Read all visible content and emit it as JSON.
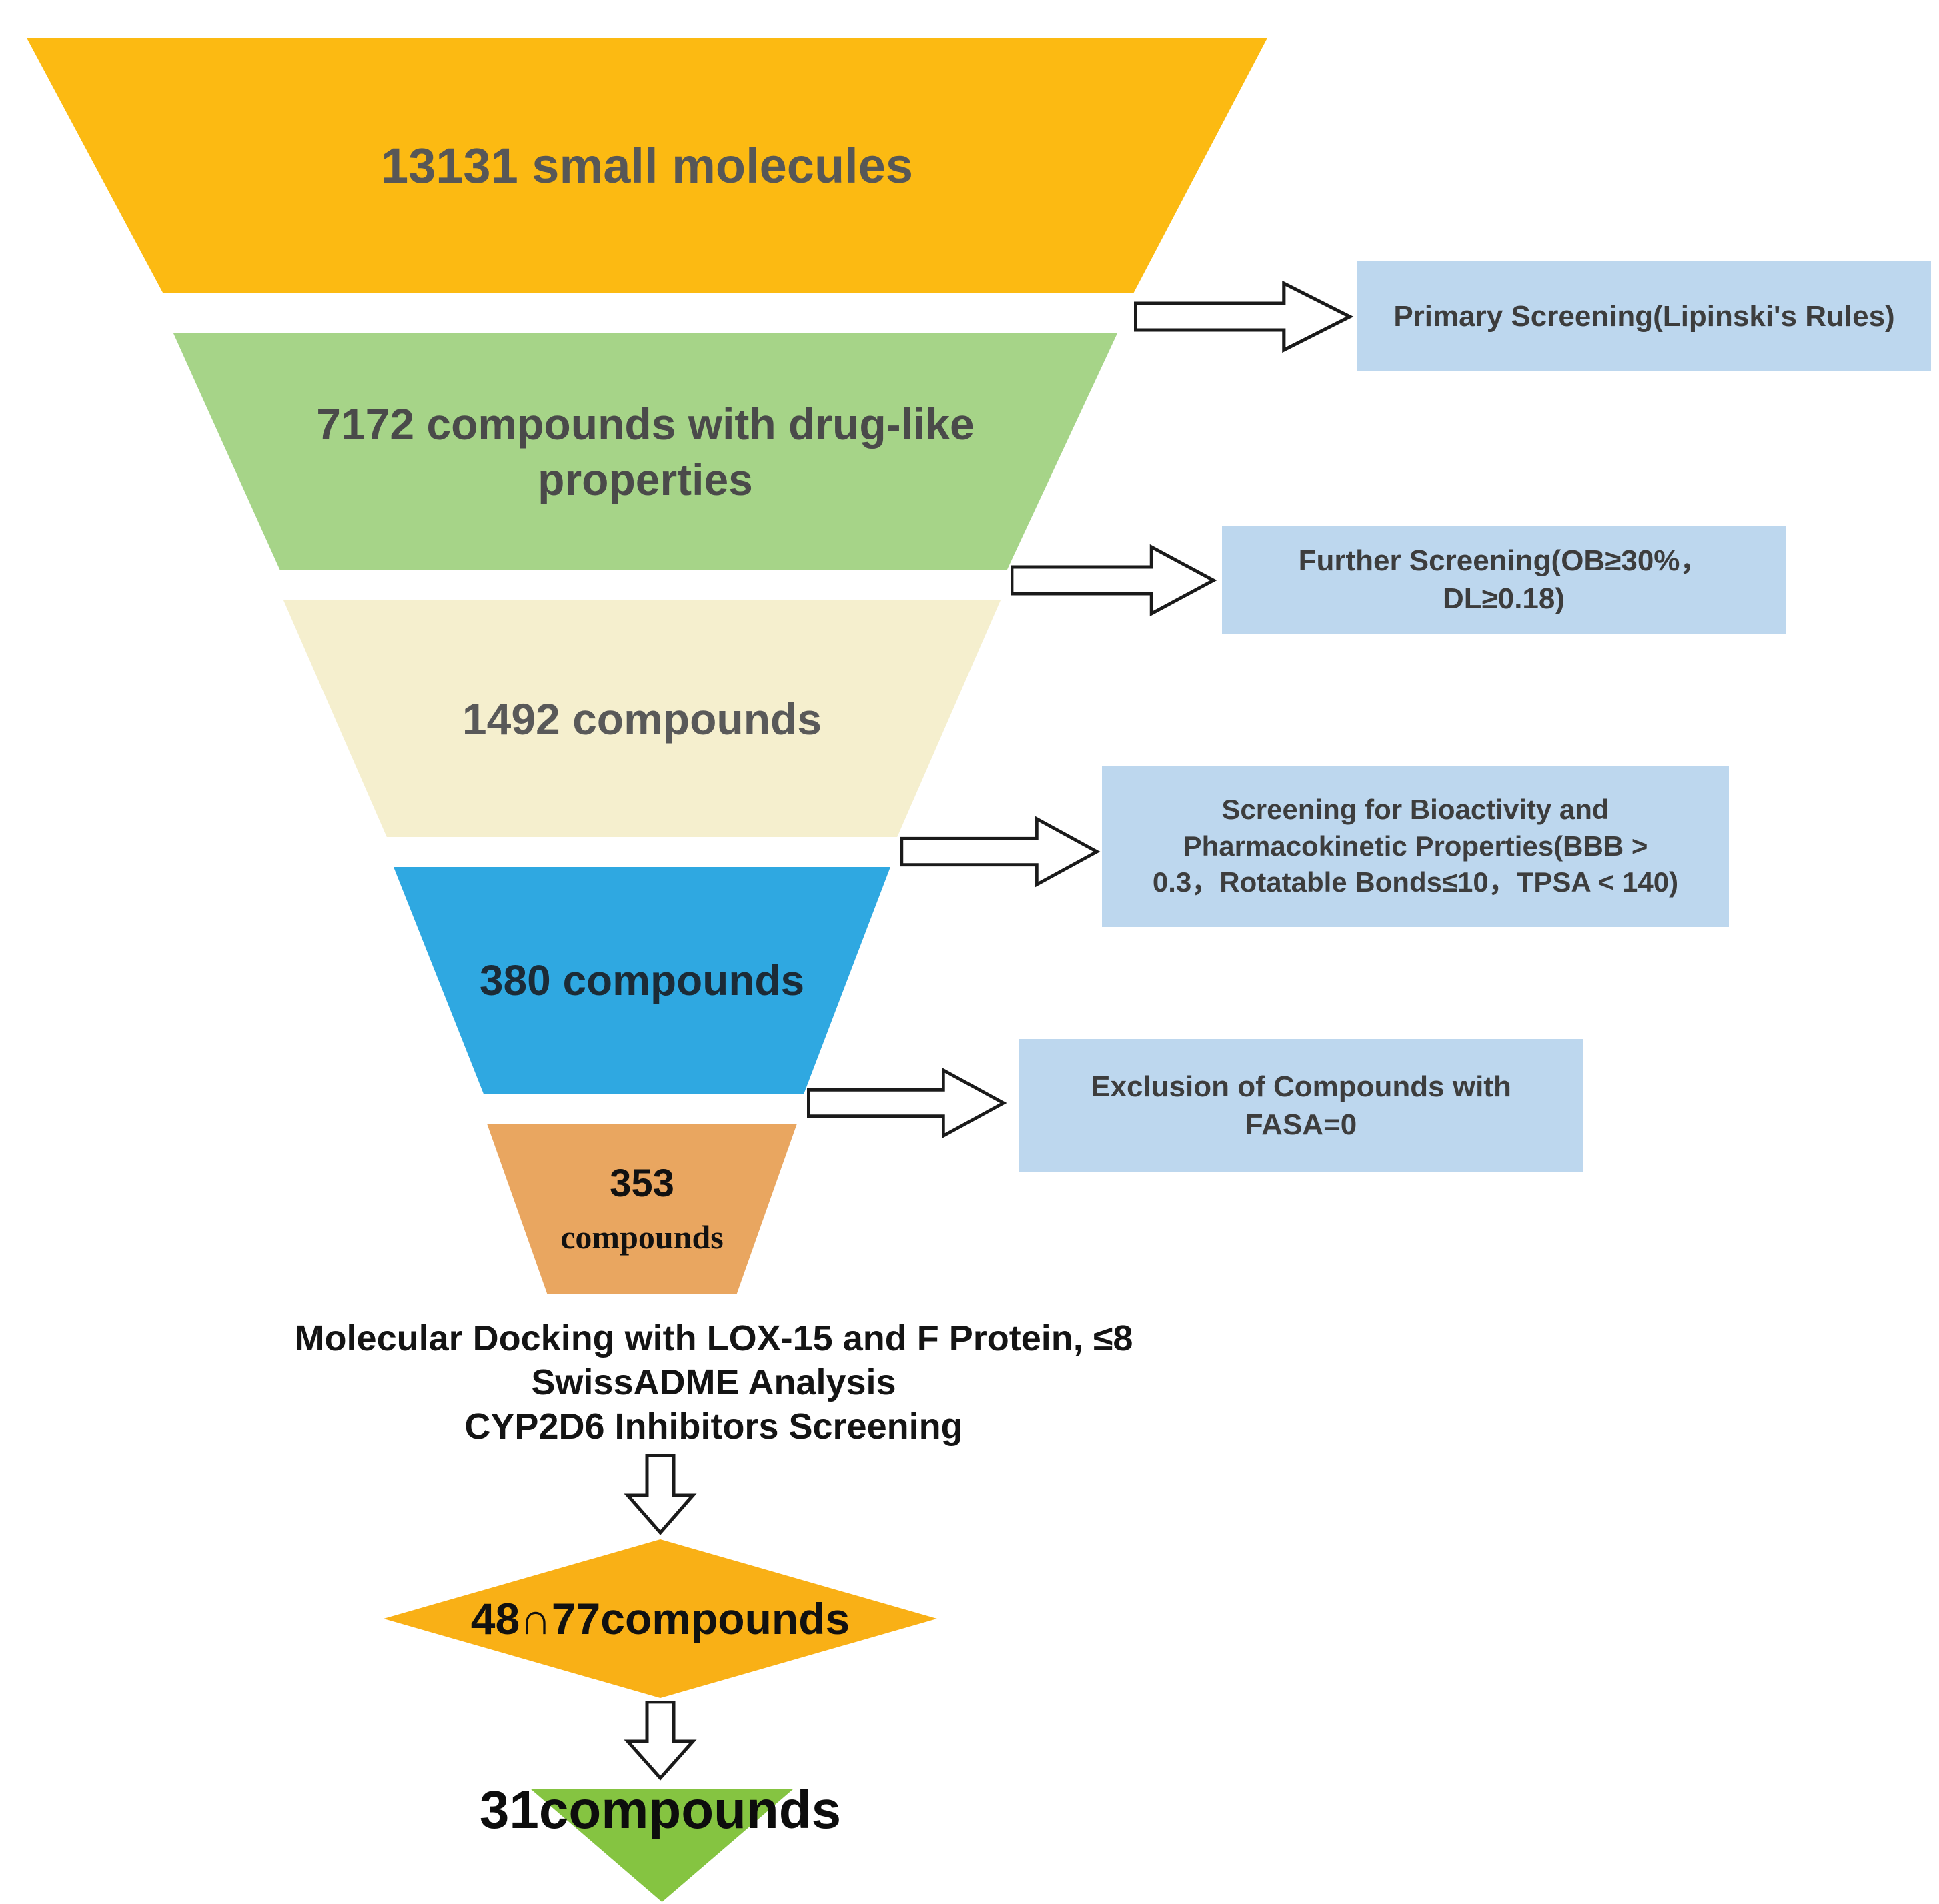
{
  "funnel": {
    "layers": [
      {
        "label": "13131 small molecules",
        "color": "#FCBA12"
      },
      {
        "label": "7172 compounds with drug-like\nproperties",
        "color": "#A6D488"
      },
      {
        "label": "1492 compounds",
        "color": "#F5EFCE"
      },
      {
        "label": "380 compounds",
        "color": "#2FA8E1"
      },
      {
        "number": "353",
        "word": "compounds",
        "color": "#E9A660"
      }
    ]
  },
  "annotations": [
    {
      "label": "Primary Screening(Lipinski's Rules)",
      "color": "#BDD7EE"
    },
    {
      "label": "Further Screening(OB≥30%，\nDL≥0.18)",
      "color": "#BDD7EE"
    },
    {
      "label": "Screening for Bioactivity and\nPharmacokinetic Properties(BBB >\n0.3，Rotatable Bonds≤10，TPSA < 140)",
      "color": "#BDD7EE"
    },
    {
      "label": "Exclusion of Compounds with\nFASA=0",
      "color": "#BDD7EE"
    }
  ],
  "steps": [
    "Molecular Docking with LOX-15 and F Protein, ≤8",
    "SwissADME Analysis",
    "CYP2D6 Inhibitors  Screening"
  ],
  "diamond": {
    "label": "48∩77compounds",
    "color": "#F9B016"
  },
  "result": {
    "label": "31compounds",
    "triangle_color": "#85C441"
  }
}
